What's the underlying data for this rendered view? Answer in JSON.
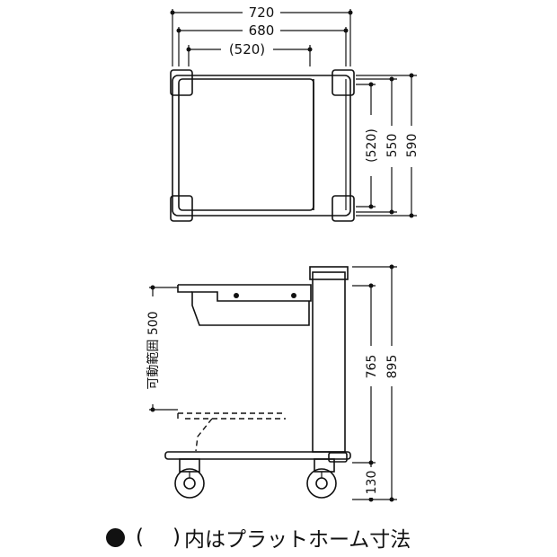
{
  "plan_view": {
    "width_overall": "720",
    "width_frame": "680",
    "width_platform": "(520)",
    "depth_overall": "590",
    "depth_frame": "550",
    "depth_platform": "(520)"
  },
  "side_view": {
    "height_overall": "895",
    "height_platform": "765",
    "height_bottom": "130",
    "movable_range": "可動範囲 500"
  },
  "footnote": {
    "bullet": "●",
    "paren_open": "(",
    "paren_close": ")",
    "text": "内はプラットホーム寸法"
  }
}
